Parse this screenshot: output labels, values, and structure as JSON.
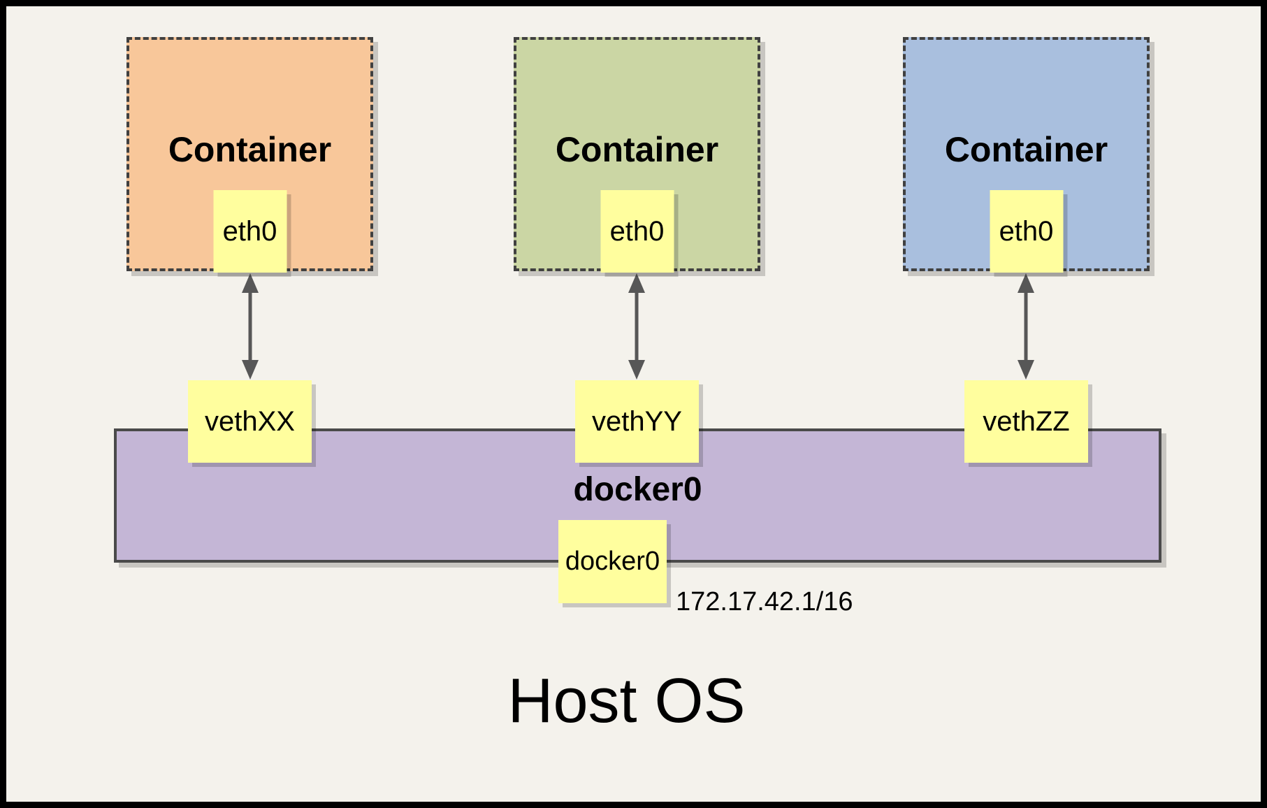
{
  "page": {
    "background": "#F4F2EC",
    "frame_color": "#000000"
  },
  "host": {
    "label": "Host OS"
  },
  "containers": [
    {
      "label": "Container",
      "eth_label": "eth0",
      "veth_label": "vethXX",
      "fill": "#F8C79A"
    },
    {
      "label": "Container",
      "eth_label": "eth0",
      "veth_label": "vethYY",
      "fill": "#CBD6A4"
    },
    {
      "label": "Container",
      "eth_label": "eth0",
      "veth_label": "vethZZ",
      "fill": "#A9BFDE"
    }
  ],
  "bridge": {
    "label": "docker0",
    "interface_label": "docker0",
    "ip_address": "172.17.42.1/16",
    "fill": "#C4B6D6"
  },
  "styles": {
    "node_fill": "#FFFE9E",
    "dashed_border_color": "#404040",
    "bar_border_color": "#4A4A4A",
    "arrow_color": "#575757",
    "shadow_color": "rgba(0,0,0,0.18)"
  }
}
